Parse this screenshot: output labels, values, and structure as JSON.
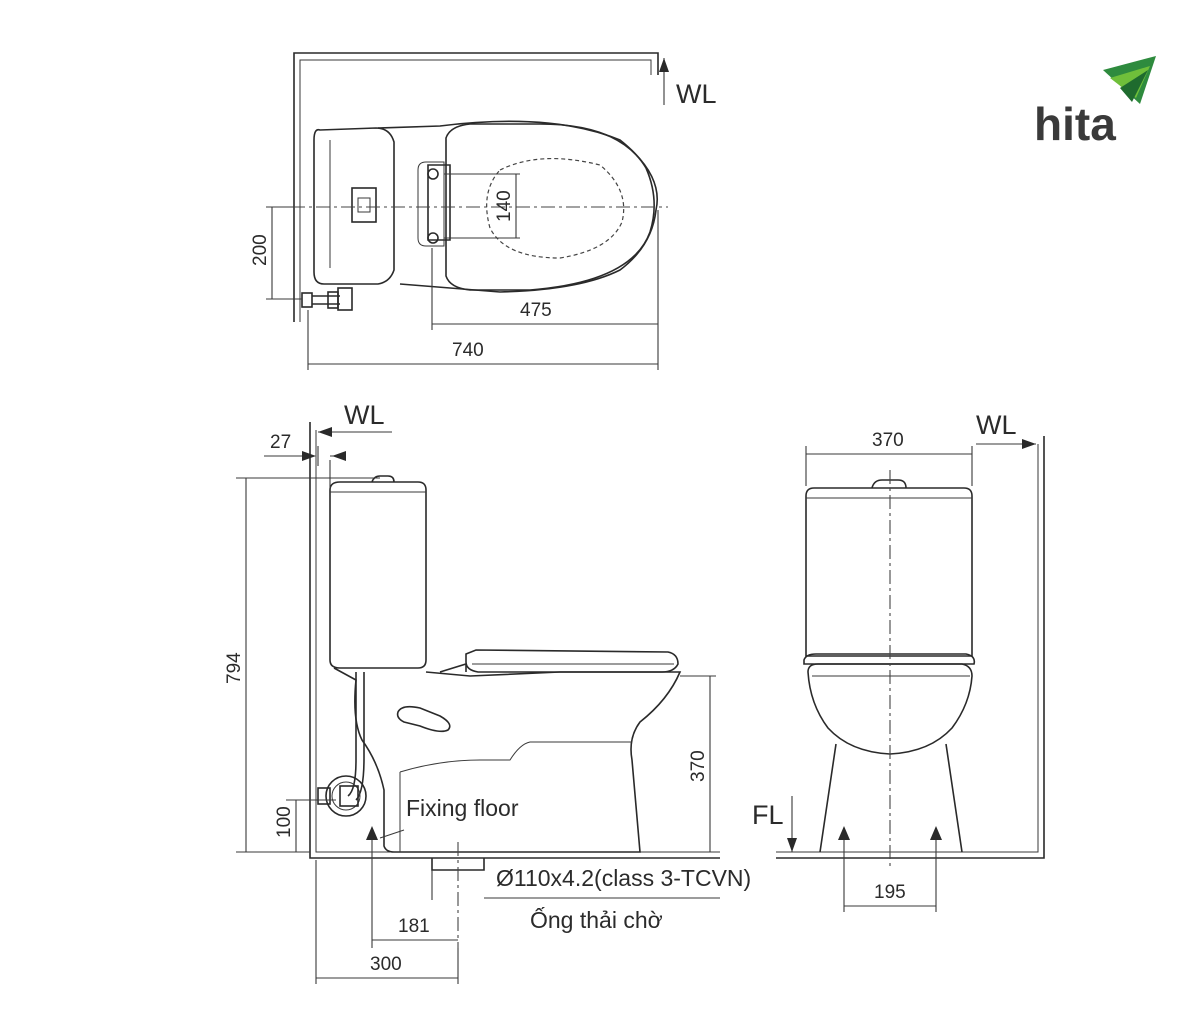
{
  "brand": {
    "name": "hita",
    "colors": [
      "#2e8b3e",
      "#6fbf3a",
      "#1f6b2e"
    ]
  },
  "labels": {
    "wall_line": "WL",
    "floor_line": "FL",
    "fixing_floor": "Fixing floor",
    "pipe_spec": "Ø110x4.2(class 3-TCVN)",
    "waste_pipe": "Ống thải chờ"
  },
  "dimensions": {
    "top_view": {
      "width_total": "740",
      "seat_length": "475",
      "hinge_spacing": "140",
      "supply_offset": "200"
    },
    "side_view": {
      "wall_gap": "27",
      "total_height": "794",
      "bowl_height": "370",
      "supply_height": "100",
      "drain_offset": "181",
      "fixing_offset": "300"
    },
    "front_view": {
      "tank_width": "370",
      "fixing_spacing": "195"
    }
  }
}
